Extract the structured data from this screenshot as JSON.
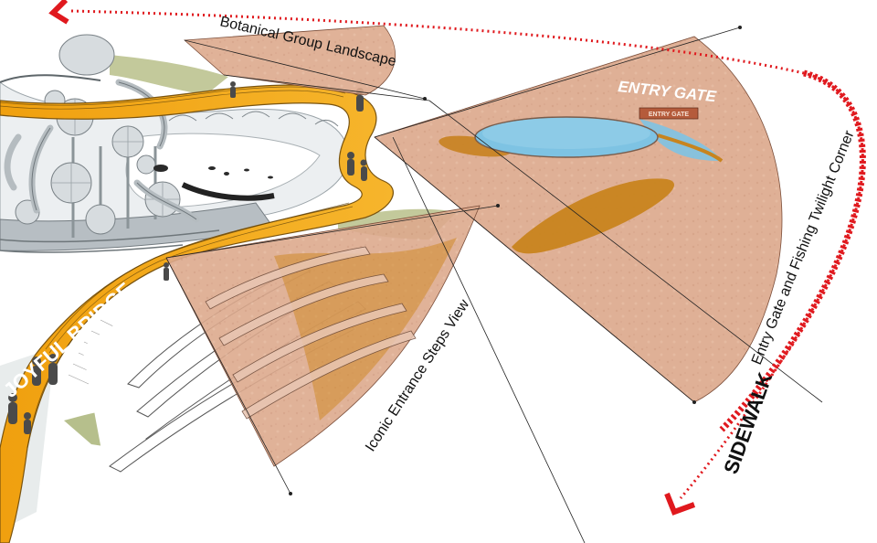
{
  "labels": {
    "botanical": "Botanical Group Landscape",
    "entry_gate_corner": "Entry Gate and Fishing Twilight Corner",
    "iconic_steps": "Iconic Entrance Steps View",
    "entry_gate": "ENTRY GATE",
    "joyful_bridge": "JOYFUL BRIDGE",
    "sidewalk": "SIDEWALK",
    "gate_sign": "ENTRY GATE"
  },
  "colors": {
    "bridge": "#f3a712",
    "view_cone": "#d9a184",
    "pond": "#7ec3e3",
    "lawn": "#b7c08f",
    "route_red": "#e0191e"
  },
  "icons": {
    "route_arrow_top": "arrowhead-left-icon",
    "route_arrow_bottom": "arrowhead-down-left-icon"
  }
}
